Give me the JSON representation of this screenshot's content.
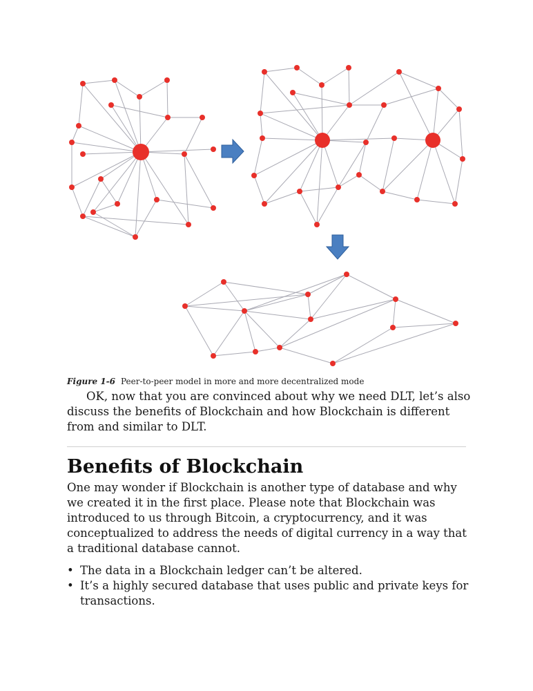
{
  "figure": {
    "label": "Figure 1-6",
    "caption": "Peer-to-peer model in more and more decentralized mode"
  },
  "paragraph1": "OK, now that you are convinced about why we need DLT, let’s also discuss the benefits of Blockchain and how Blockchain is different from and similar to DLT.",
  "section": {
    "heading": "Benefits of Blockchain",
    "paragraph": "One may wonder if Blockchain is another type of database and why we created it in the first place. Please note that Blockchain was introduced to us through Bitcoin, a cryptocurrency, and it was conceptualized to address the needs of digital currency in a way that a traditional database cannot.",
    "bullets": [
      "The data in a Blockchain ledger can’t be altered.",
      "It’s a highly secured database that uses public and private keys for transactions."
    ],
    "bullet_symbol": "•"
  },
  "colors": {
    "node": "#e8302a",
    "edge": "#a9a9b3",
    "arrow": "#4a7fc1"
  }
}
